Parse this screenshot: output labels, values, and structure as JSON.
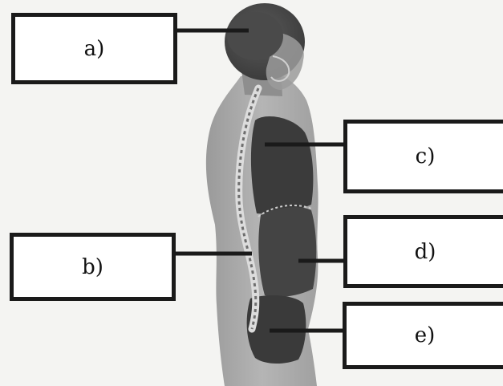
{
  "labels": {
    "a": "a)",
    "b": "b)",
    "c": "c)",
    "d": "d)",
    "e": "e)"
  },
  "colors": {
    "body_tone": "#a9a9a9",
    "organ_tone": "#3a3a3a",
    "box_border": "#1a1a1a",
    "background": "#f4f4f2"
  }
}
